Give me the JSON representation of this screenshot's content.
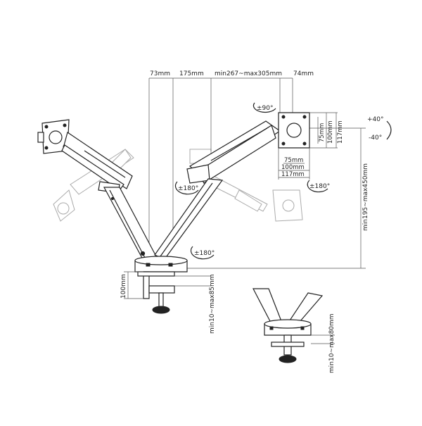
{
  "dimensions": {
    "top_73": "73mm",
    "top_175": "175mm",
    "top_arm": "min267~max305mm",
    "top_74": "74mm",
    "height_range": "min195~max450mm",
    "clamp_100": "100mm",
    "clamp_range": "min10~max85mm",
    "grommet_range": "min10~max80mm",
    "vesa_75_v": "75mm",
    "vesa_100_v": "100mm",
    "vesa_117_v": "117mm",
    "vesa_75_h": "75mm",
    "vesa_100_h": "100mm",
    "vesa_117_h": "117mm"
  },
  "rotations": {
    "swivel_90": "±90°",
    "rot_180_left": "±180°",
    "rot_180_right": "±180°",
    "rot_180_base": "±180°",
    "tilt_up": "+40°",
    "tilt_down": "-40°"
  }
}
